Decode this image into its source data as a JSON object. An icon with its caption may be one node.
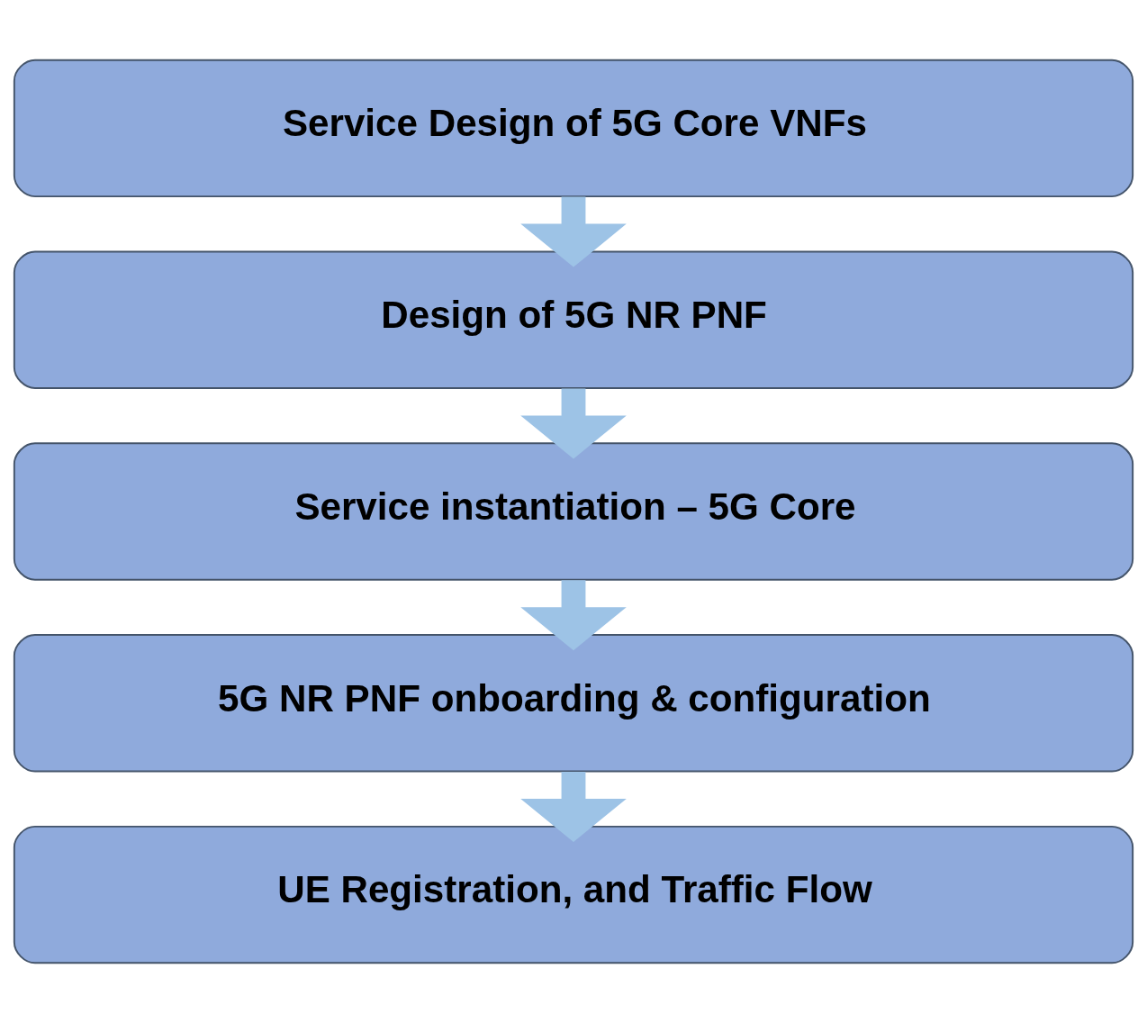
{
  "diagram": {
    "nodes": [
      {
        "text": [
          "Service Design of 5G Core VNFs"
        ]
      },
      {
        "text": [
          "Design of 5G NR PNF"
        ]
      },
      {
        "text": [
          "Service instantiation – 5G Core"
        ]
      },
      {
        "text": [
          "5G NR PNF onboarding & configuration"
        ]
      },
      {
        "text": [
          "UE Registration, and Traffic Flow"
        ]
      }
    ],
    "edges": [
      {
        "from": 0,
        "to": 1,
        "arrow": "to"
      },
      {
        "from": 1,
        "to": 2,
        "arrow": "to"
      },
      {
        "from": 2,
        "to": 3,
        "arrow": "to"
      },
      {
        "from": 3,
        "to": 4,
        "arrow": "to"
      }
    ]
  }
}
